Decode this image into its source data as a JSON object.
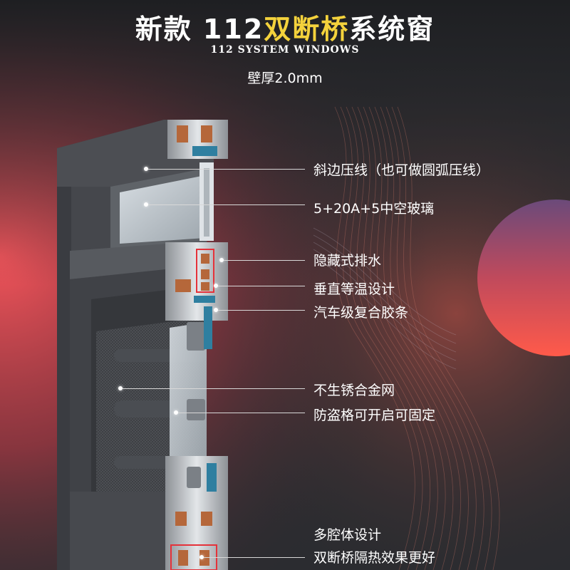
{
  "header": {
    "title_prefix": "新款 112",
    "title_accent": "双断桥",
    "title_suffix": "系统窗",
    "subtitle": "112 SYSTEM WINDOWS",
    "wall_thickness": "壁厚2.0mm"
  },
  "callouts": [
    {
      "id": "bevel-bead",
      "text": "斜边压线（也可做圆弧压线）"
    },
    {
      "id": "glass",
      "text": "5+20A+5中空玻璃"
    },
    {
      "id": "hidden-drain",
      "text": "隐藏式排水"
    },
    {
      "id": "isotherm",
      "text": "垂直等温设计"
    },
    {
      "id": "gasket",
      "text": "汽车级复合胶条"
    },
    {
      "id": "screen",
      "text": "不生锈合金网"
    },
    {
      "id": "anti-theft",
      "text": "防盗格可开启可固定"
    },
    {
      "id": "multi-cavity",
      "text": "多腔体设计"
    },
    {
      "id": "thermal-break",
      "text": "双断桥隔热效果更好"
    }
  ],
  "colors": {
    "accent_yellow": "#f4d23c",
    "background": "#2b2c30",
    "glow_red": "#e8454f",
    "frame_grey": "#4a4c51",
    "thermal_break_copper": "#b5673a"
  }
}
